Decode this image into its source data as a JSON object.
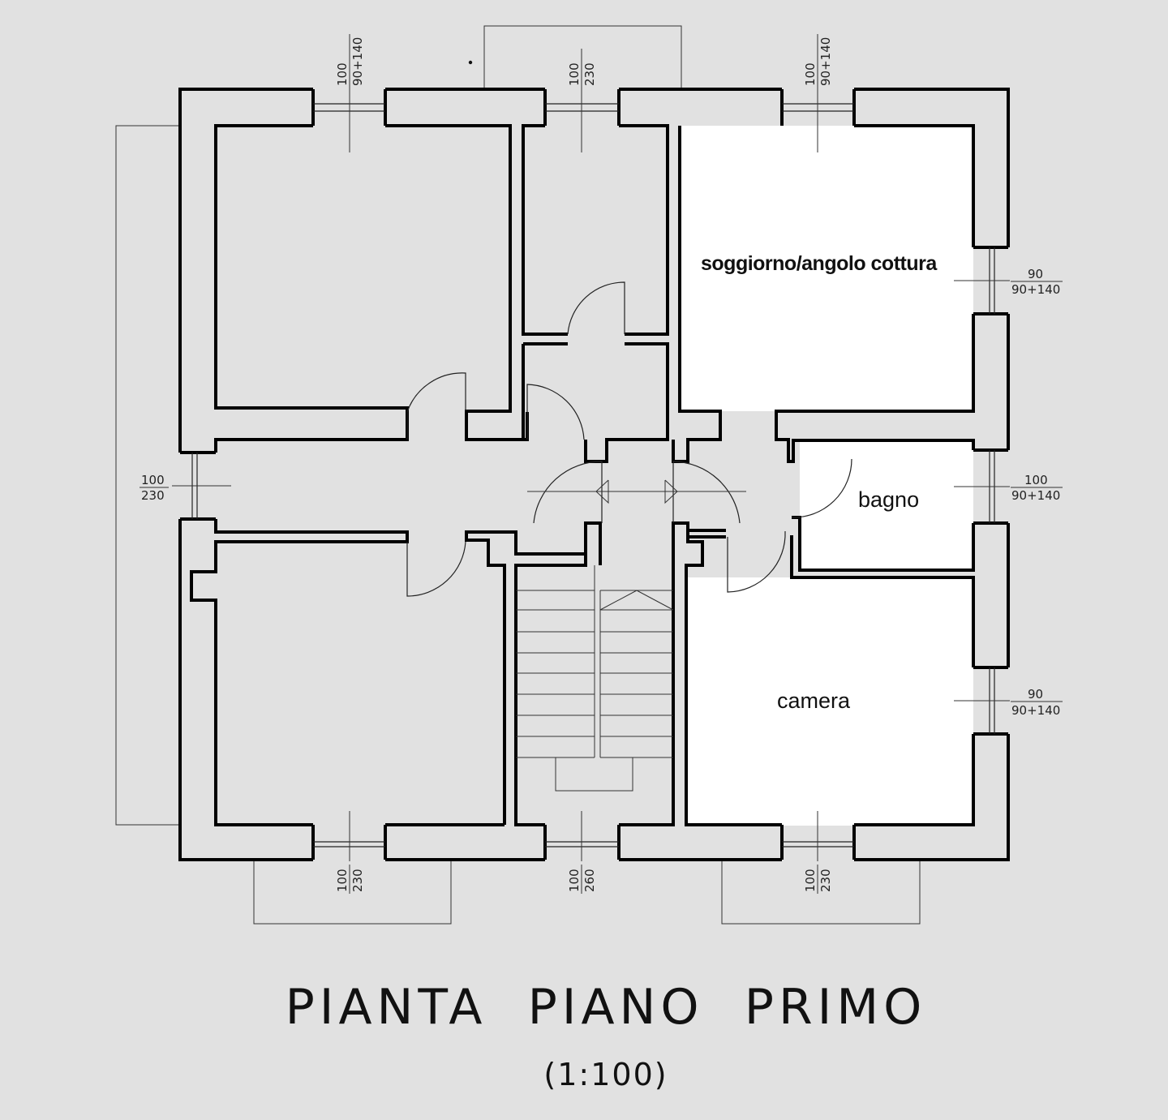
{
  "colors": {
    "background": "#e1e1e1",
    "room_fill": "#ffffff",
    "line": "#000000"
  },
  "rooms": {
    "living": "soggiorno/angolo cottura",
    "bath": "bagno",
    "bedroom": "camera"
  },
  "openings": {
    "top_left": {
      "h": "100",
      "w": "90+140"
    },
    "top_center": {
      "h": "100",
      "w": "230"
    },
    "top_right": {
      "h": "100",
      "w": "90+140"
    },
    "right_upper": {
      "h": "90",
      "w": "90+140"
    },
    "right_mid": {
      "h": "100",
      "w": "90+140"
    },
    "right_lower": {
      "h": "90",
      "w": "90+140"
    },
    "left_mid": {
      "h": "100",
      "w": "230"
    },
    "bottom_left": {
      "h": "100",
      "w": "230"
    },
    "bottom_center": {
      "h": "100",
      "w": "260"
    },
    "bottom_right": {
      "h": "100",
      "w": "230"
    }
  },
  "title": "PIANTA  PIANO  PRIMO",
  "scale": "(1:100)"
}
